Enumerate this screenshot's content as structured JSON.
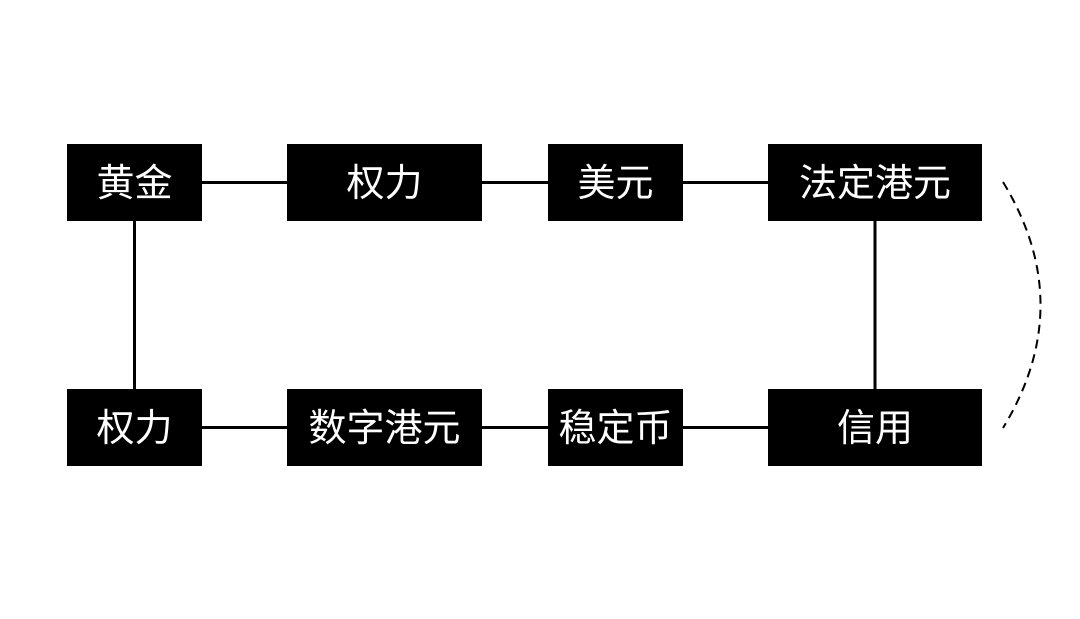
{
  "nodes": {
    "gold": "黄金",
    "power_top": "权力",
    "usd": "美元",
    "fiat_hkd": "法定港元",
    "power_bottom": "权力",
    "digital_hkd": "数字港元",
    "stablecoin": "稳定币",
    "credit": "信用"
  },
  "colors": {
    "node_fill": "#000000",
    "node_text": "#ffffff",
    "line": "#000000",
    "background": "#ffffff"
  }
}
